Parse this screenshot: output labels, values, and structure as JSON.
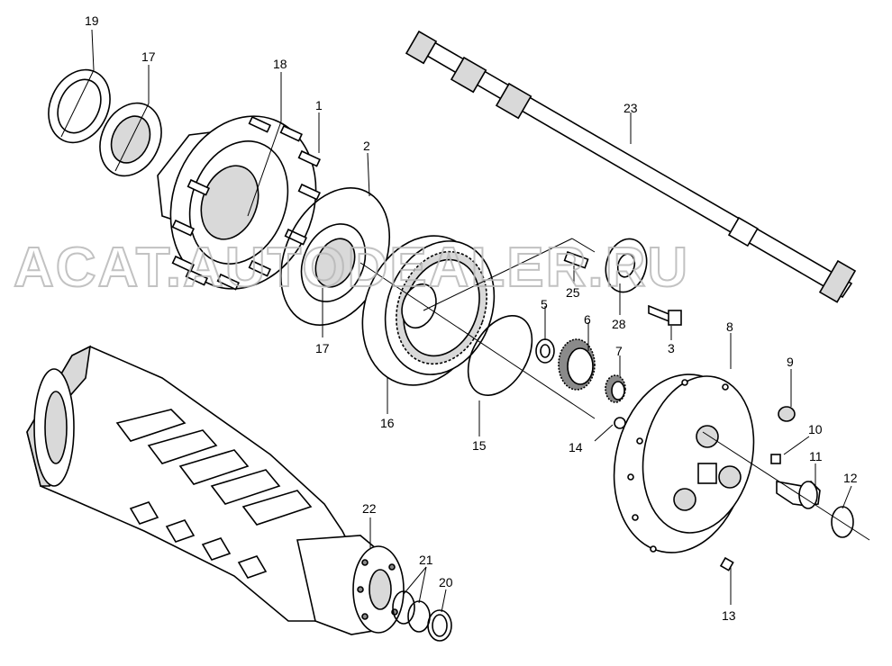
{
  "watermark": "ACAT.AUTODEALER.RU",
  "callouts": {
    "c1": "1",
    "c2": "2",
    "c3": "3",
    "c5": "5",
    "c6": "6",
    "c7": "7",
    "c8": "8",
    "c9": "9",
    "c10": "10",
    "c11": "11",
    "c12": "12",
    "c13": "13",
    "c14": "14",
    "c15": "15",
    "c16": "16",
    "c17a": "17",
    "c17b": "17",
    "c18": "18",
    "c19": "19",
    "c20": "20",
    "c21": "21",
    "c22": "22",
    "c23": "23",
    "c25": "25",
    "c28": "28"
  },
  "colors": {
    "line": "#000000",
    "fill": "#ffffff",
    "shade": "#d9d9d9",
    "dark": "#8a8a8a",
    "watermark": "#b8b8b8"
  }
}
